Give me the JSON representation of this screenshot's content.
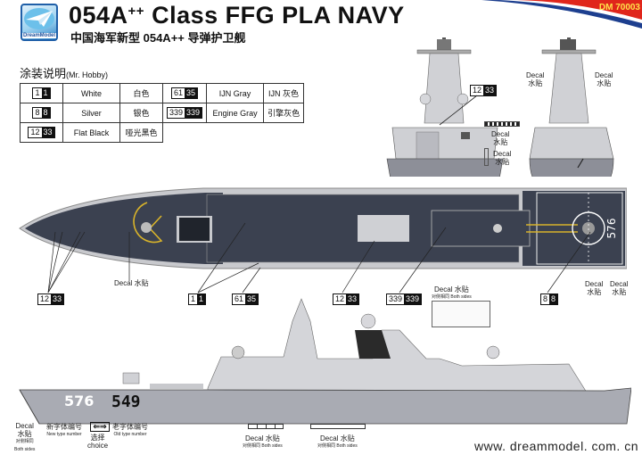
{
  "header": {
    "logo_text": "DreamModel",
    "title_main": "054A",
    "title_sup": "++",
    "title_rest": " Class FFG PLA NAVY",
    "subtitle": "中国海军新型 054A++ 导弹护卫舰",
    "product_code": "DM 70003"
  },
  "legend": {
    "title": "涂装说明",
    "brand": "(Mr. Hobby)",
    "colors": [
      {
        "code_white": "1",
        "code_black": "1",
        "name_en": "White",
        "name_cn": "白色"
      },
      {
        "code_white": "8",
        "code_black": "8",
        "name_en": "Silver",
        "name_cn": "银色"
      },
      {
        "code_white": "12",
        "code_black": "33",
        "name_en": "Flat Black",
        "name_cn": "哑光黑色"
      },
      {
        "code_white": "61",
        "code_black": "35",
        "name_en": "IJN Gray",
        "name_cn": "IJN 灰色"
      },
      {
        "code_white": "339",
        "code_black": "339",
        "name_en": "Engine Gray",
        "name_cn": "引擎灰色"
      }
    ]
  },
  "callouts": {
    "decal_en": "Decal",
    "decal_cn": "水贴",
    "decal_combined": "Decal 水贴",
    "both_sides": "对侧相同 Both sides",
    "both_sides_cn": "对侧相同",
    "both_sides_en": "Both sides",
    "new_type_cn": "新字体编号",
    "new_type_en": "New type number",
    "old_type_cn": "老字体编号",
    "old_type_en": "Old type number",
    "choice_cn": "选择",
    "choice_en": "choice"
  },
  "hull_numbers": {
    "new": "576",
    "old": "549",
    "deck": "576"
  },
  "colors": {
    "deck": "#3b4150",
    "hull_side": "#a9abb3",
    "superstructure": "#d4d5d9",
    "accent_yellow": "#d8b32a",
    "banner_red": "#e0261b",
    "banner_blue": "#1d3f8f"
  },
  "footer": {
    "website": "www. dreammodel. com. cn"
  }
}
